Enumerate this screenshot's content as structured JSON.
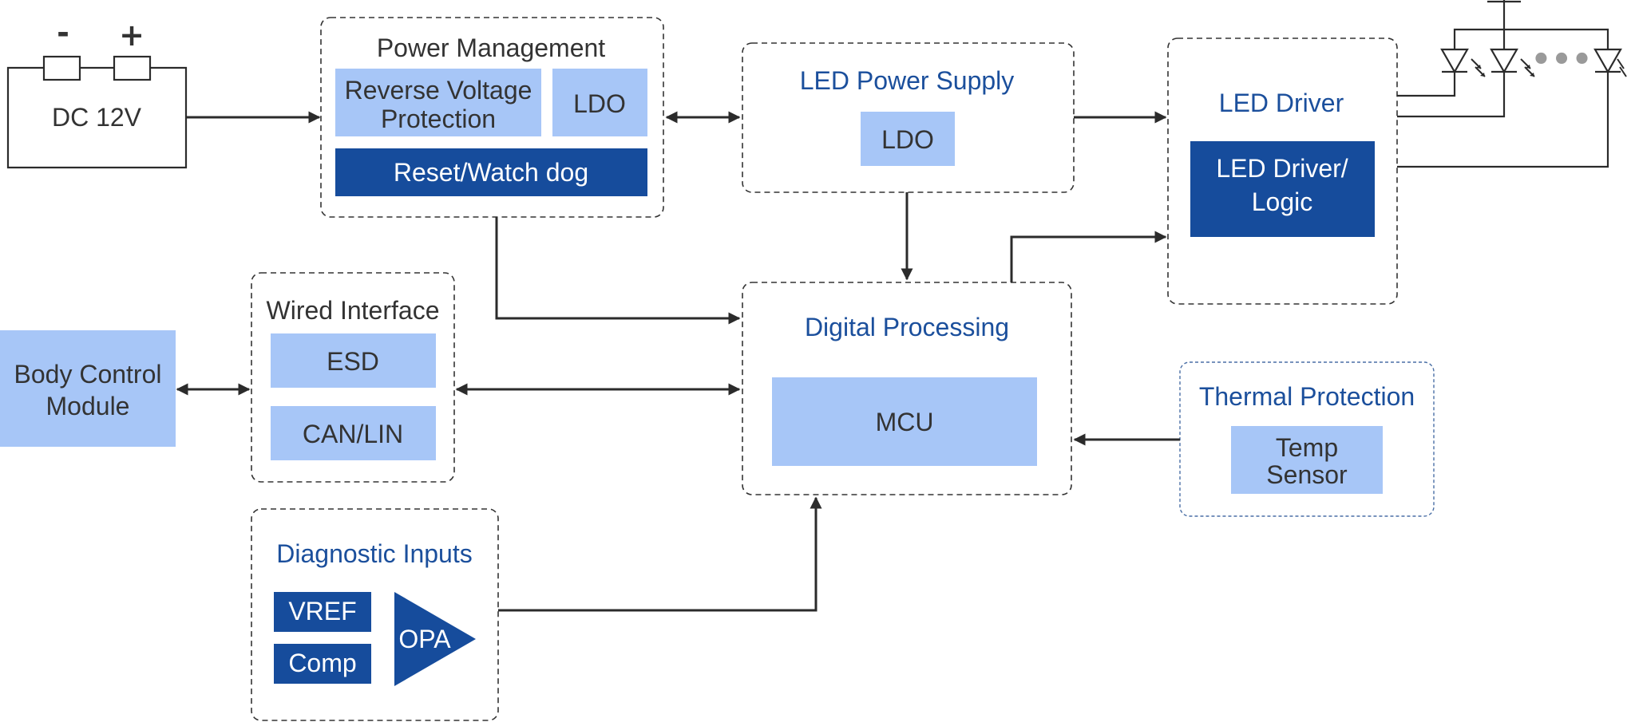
{
  "power_source": {
    "minus": "-",
    "plus": "+",
    "label": "DC 12V"
  },
  "power_management": {
    "title": "Power Management",
    "reverse_voltage_line1": "Reverse Voltage",
    "reverse_voltage_line2": "Protection",
    "ldo": "LDO",
    "reset_watchdog": "Reset/Watch dog"
  },
  "led_power_supply": {
    "title": "LED Power Supply",
    "ldo": "LDO"
  },
  "led_driver": {
    "title": "LED Driver",
    "block_line1": "LED Driver/",
    "block_line2": "Logic"
  },
  "led_string": {
    "ellipsis": "•••"
  },
  "wired_interface": {
    "title": "Wired Interface",
    "esd": "ESD",
    "can_lin": "CAN/LIN"
  },
  "body_control": {
    "line1": "Body Control",
    "line2": "Module"
  },
  "digital_processing": {
    "title": "Digital Processing",
    "mcu": "MCU"
  },
  "thermal_protection": {
    "title": "Thermal Protection",
    "sensor_line1": "Temp",
    "sensor_line2": "Sensor"
  },
  "diagnostic_inputs": {
    "title": "Diagnostic Inputs",
    "vref": "VREF",
    "comp": "Comp",
    "opa": "OPA"
  },
  "colors": {
    "light_block": "#a7c6f7",
    "dark_block": "#164c9c",
    "blue_title": "#1b4f9c",
    "border": "#333333"
  }
}
